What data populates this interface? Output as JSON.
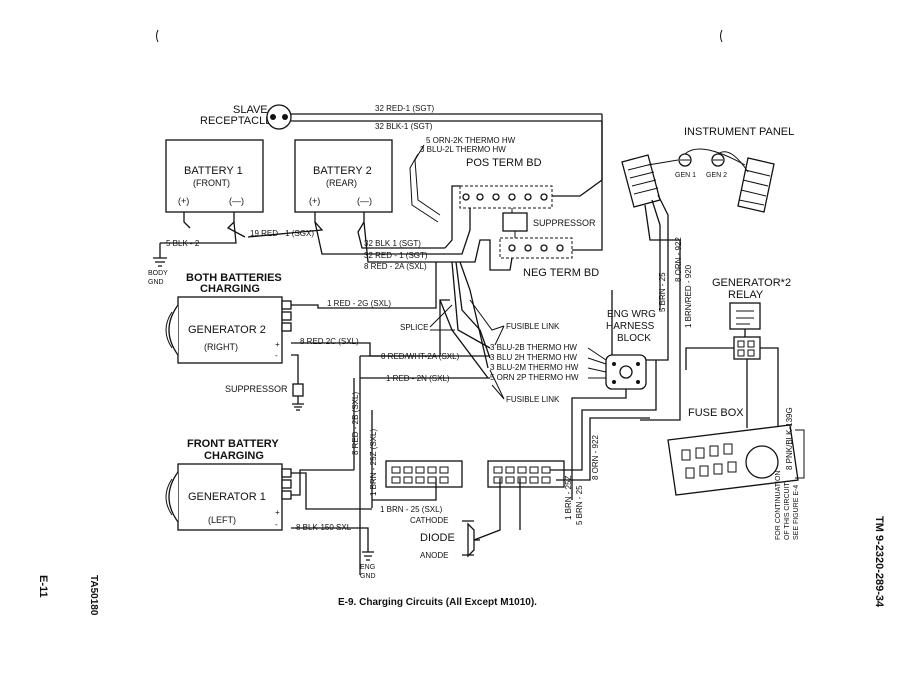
{
  "labels": {
    "slave_receptacle_1": "SLAVE",
    "slave_receptacle_2": "RECEPTACLE",
    "instrument_panel": "INSTRUMENT PANEL",
    "battery1_title": "BATTERY 1",
    "battery1_sub": "(FRONT)",
    "battery2_title": "BATTERY 2",
    "battery2_sub": "(REAR)",
    "plus": "(+)",
    "minus": "(—)",
    "pos_term_bd": "POS TERM BD",
    "neg_term_bd": "NEG TERM BD",
    "suppressor_box": "SUPPRESSOR",
    "body_gnd_1": "BODY",
    "body_gnd_2": "GND",
    "both_batteries_1": "BOTH BATTERIES",
    "both_batteries_2": "CHARGING",
    "generator2_title": "GENERATOR 2",
    "generator2_sub": "(RIGHT)",
    "suppressor_label": "SUPPRESSOR",
    "splice": "SPLICE",
    "fusible_link_1": "FUSIBLE LINK",
    "fusible_link_2": "FUSIBLE LINK",
    "eng_wrg_1": "ENG WRG",
    "eng_wrg_2": "HARNESS",
    "eng_wrg_3": "BLOCK",
    "generator_relay_1": "GENERATOR*2",
    "generator_relay_2": "RELAY",
    "fuse_box": "FUSE BOX",
    "front_battery_1": "FRONT BATTERY",
    "front_battery_2": "CHARGING",
    "generator1_title": "GENERATOR 1",
    "generator1_sub": "(LEFT)",
    "cathode": "CATHODE",
    "diode": "DIODE",
    "anode": "ANODE",
    "eng_gnd_1": "ENG",
    "eng_gnd_2": "GND",
    "gen1": "GEN 1",
    "gen2": "GEN 2",
    "continuation_1": "FOR CONTINUATION",
    "continuation_2": "OF THIS CIRCUIT",
    "continuation_3": "SEE FIGURE E-4"
  },
  "wires": {
    "w32_red1": "32 RED-1 (SGT)",
    "w32_blk1": "32 BLK-1 (SGT)",
    "w5_orn2k": "5 ORN-2K THERMO HW",
    "w3_blu2l": "3 BLU-2L THERMO HW",
    "w19_red1": "19 RED - 1 (SGX)",
    "w5_blk2": "5 BLK - 2",
    "w32_blk1_sgt": "32 BLK 1 (SGT)",
    "w32_red1_sgt": "32 RED - 1 (SGT)",
    "w8_red2a": "8 RED - 2A (SXL)",
    "w1_red2g": "1 RED - 2G (SXL)",
    "w8_red2c": "8 RED 2C (SXL)",
    "w8_redwht2a": "8 RED/WHT-2A (SXL)",
    "w1_red2n": "1 RED - 2N (SXL)",
    "w3_blu2b": "3 BLU-2B THERMO HW",
    "w3_blu2h": "3 BLU 2H THERMO HW",
    "w3_blu2m": "3 BLU-2M THERMO HW",
    "w5_orn2p": "5 ORN 2P THERMO HW",
    "w8_red2b": "8 RED - 2B (SXL)",
    "w1_brn25z": "1 BRN - 25Z (SXL)",
    "w1_brn25_h": "1 BRN - 25 (SXL)",
    "w8_blk150": "8 BLK-150 SXL",
    "w5_brn25": "5 BRN - 25",
    "w8_orn922": "8 ORN - 922",
    "w1_brnred920": "1 BRN/RED - 920",
    "w1_brn25z_v": "1 BRN - 25Z",
    "w5_brn25_v": "5 BRN - 25",
    "w8_orn922_v": "8 ORN - 922",
    "w8_pnkblk139g": "8 PNK/BLK-139G"
  },
  "caption": "E-9. Charging Circuits (All Except M1010).",
  "margin": {
    "tm_number": "TM 9-2320-289-34",
    "page": "E-11",
    "ta_number": "TA50180"
  }
}
